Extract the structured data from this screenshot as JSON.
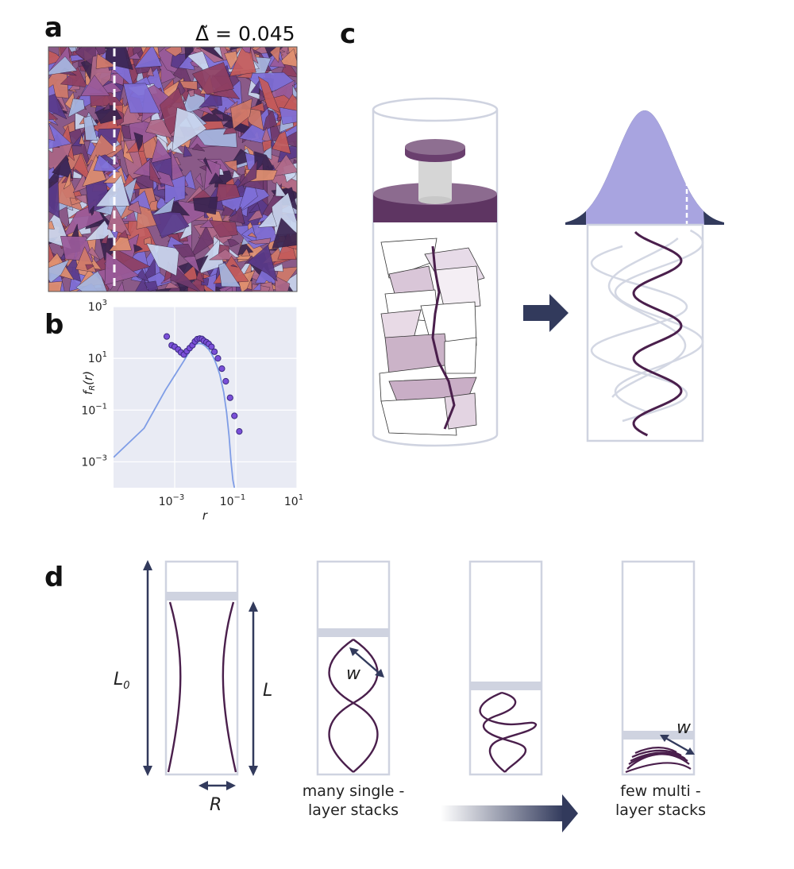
{
  "panels": {
    "a": {
      "letter": "a",
      "delta_label": "Δ̃ = 0.045"
    },
    "b": {
      "letter": "b"
    },
    "c": {
      "letter": "c"
    },
    "d": {
      "letter": "d"
    }
  },
  "colors": {
    "dark_purple": "#4a1f4c",
    "mid_purple": "#8a6a8e",
    "lavender": "#a8a4e0",
    "frame": "#cfd3e0",
    "arrow": "#323a5c",
    "plot_bg": "#e9ebf4",
    "fit_line": "#7f9de6",
    "marker": "#7a4fd8"
  },
  "chart_data": {
    "type": "scatter",
    "xlabel": "r",
    "ylabel": "f_R(r)",
    "xscale": "log",
    "yscale": "log",
    "xlim": [
      1e-05,
      10
    ],
    "ylim": [
      0.0001,
      1000
    ],
    "x_ticks": [
      "10",
      "10",
      "10"
    ],
    "x_tick_exponents": [
      "−3",
      "−1",
      "1"
    ],
    "x_tick_values": [
      0.001,
      0.1,
      10
    ],
    "y_ticks": [
      "10",
      "10",
      "10",
      "10"
    ],
    "y_tick_exponents": [
      "3",
      "1",
      "−1",
      "−3"
    ],
    "y_tick_values": [
      1000,
      10,
      0.1,
      0.001
    ],
    "grid": true,
    "series": [
      {
        "kind": "markers",
        "x": [
          0.00055,
          0.0008,
          0.001,
          0.0013,
          0.0016,
          0.002,
          0.0025,
          0.0031,
          0.0038,
          0.0046,
          0.0055,
          0.0066,
          0.0078,
          0.009,
          0.011,
          0.013,
          0.016,
          0.02,
          0.026,
          0.035,
          0.047,
          0.065,
          0.09,
          0.13
        ],
        "y": [
          70,
          32,
          28,
          22,
          17,
          14,
          19,
          25,
          32,
          45,
          55,
          58,
          56,
          48,
          42,
          36,
          28,
          18,
          10,
          4,
          1.3,
          0.3,
          0.06,
          0.015
        ]
      },
      {
        "kind": "line",
        "x": [
          1e-05,
          0.0001,
          0.0005,
          0.001,
          0.002,
          0.003,
          0.004,
          0.005,
          0.006,
          0.008,
          0.01,
          0.013,
          0.016,
          0.02,
          0.025,
          0.03,
          0.04,
          0.05,
          0.06,
          0.07,
          0.08,
          0.09
        ],
        "y": [
          0.0015,
          0.02,
          0.6,
          2.2,
          8,
          18,
          28,
          35,
          38,
          36,
          30,
          22,
          15,
          9,
          4.5,
          2.3,
          0.5,
          0.08,
          0.01,
          0.001,
          0.0002,
          0.0001
        ]
      }
    ]
  },
  "panel_d": {
    "L0": "L",
    "L0_sub": "0",
    "L": "L",
    "R": "R",
    "w1": "w",
    "w2": "w",
    "caption_many_1": "many single -",
    "caption_many_2": "layer stacks",
    "caption_few_1": "few multi -",
    "caption_few_2": "layer stacks"
  }
}
